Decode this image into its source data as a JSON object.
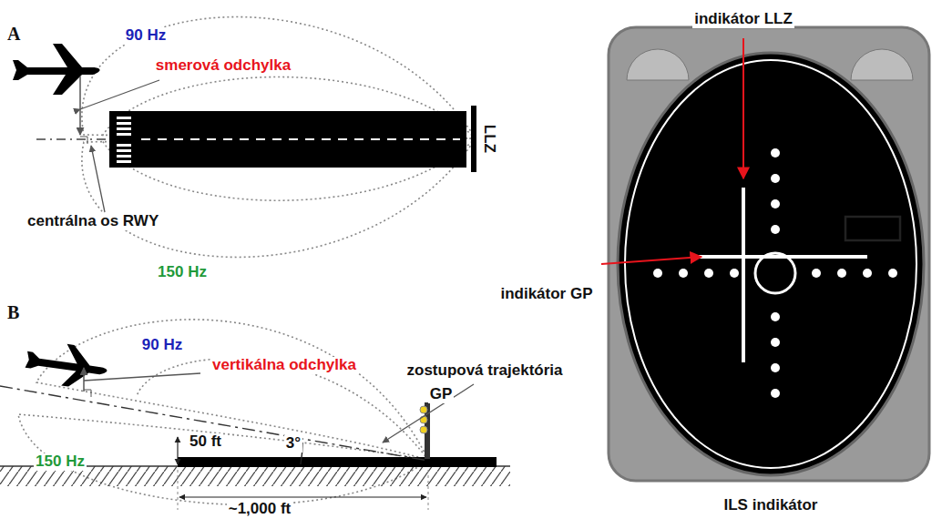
{
  "diagram": {
    "labels": [
      "A",
      "90 Hz",
      "smerová odchylka",
      "centrálna os RWY",
      "150 Hz",
      "LLZ",
      "B",
      "90 Hz",
      "vertikálna odchylka",
      "zostupová trajektória",
      "GP",
      "50 ft",
      "3°",
      "150 Hz",
      "~1,000 ft",
      "indikátor LLZ",
      "indikátor GP",
      "ILS indikátor"
    ]
  }
}
